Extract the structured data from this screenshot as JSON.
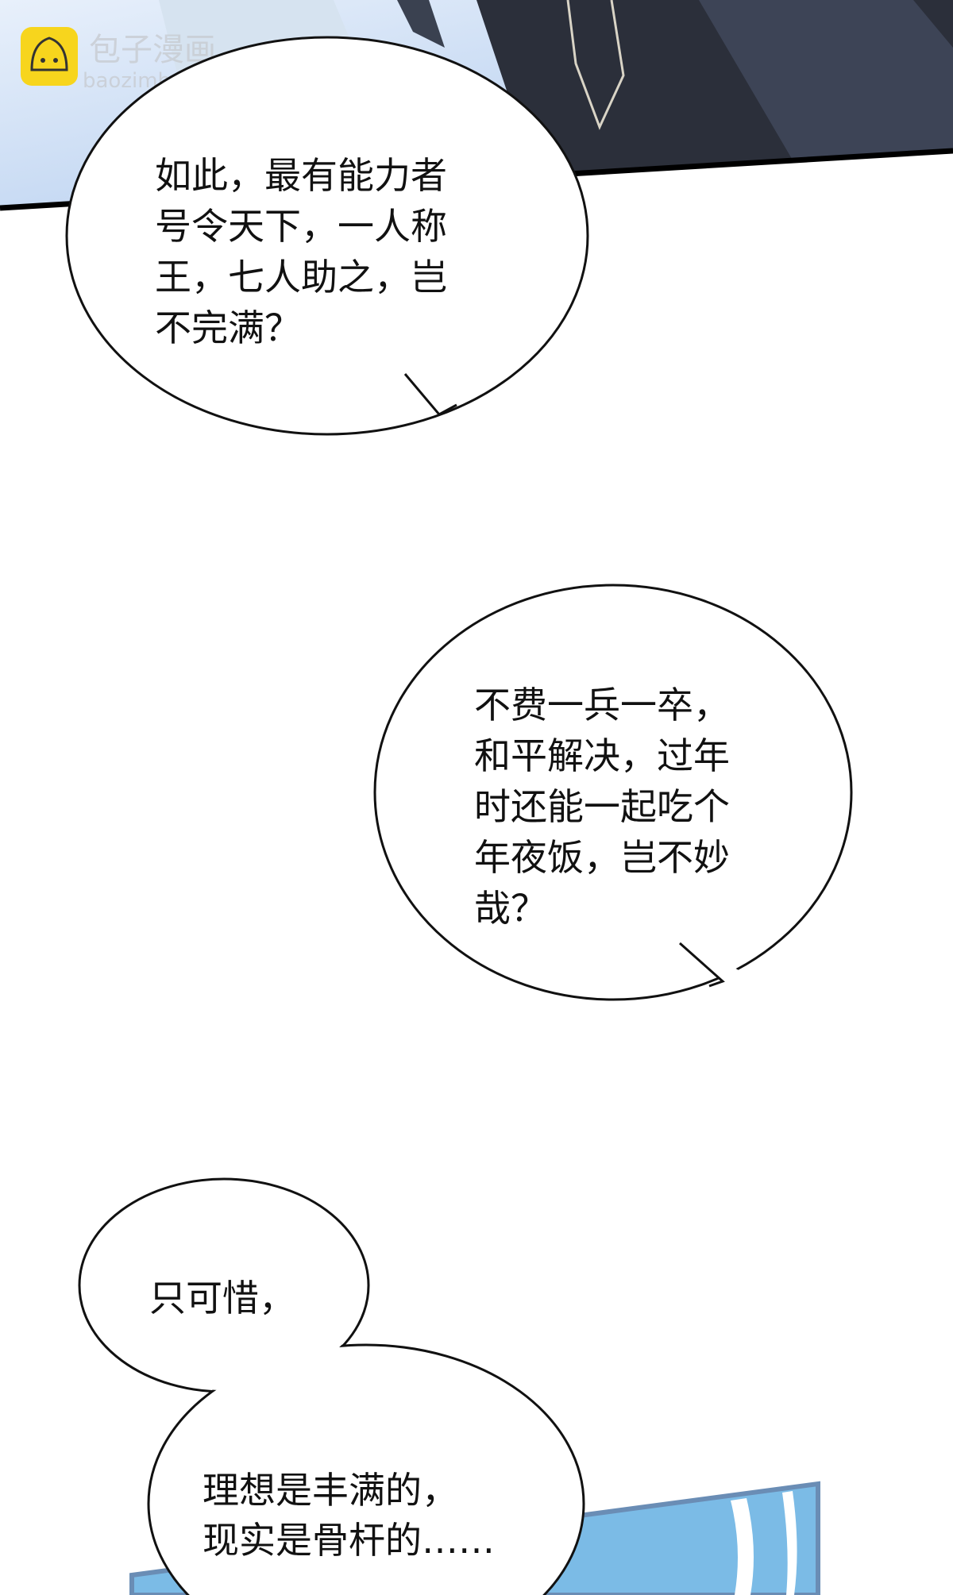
{
  "watermark": {
    "brand": "包子漫画",
    "site": "baozimh.com",
    "logo_color": "#f7d51d"
  },
  "bubbles": [
    {
      "lines": [
        "如此，最有能力者",
        "号令天下，一人称",
        "王，七人助之，岂",
        "不完满？"
      ]
    },
    {
      "lines": [
        "不费一兵一卒，",
        "和平解决，过年",
        "时还能一起吃个",
        "年夜饭，岂不妙",
        "哉？"
      ]
    },
    {
      "lines": [
        "只可惜，"
      ]
    },
    {
      "lines": [
        "理想是丰满的，",
        "现实是骨杆的……"
      ]
    }
  ],
  "colors": {
    "sky": "#c9dcf5",
    "robe": "#2b2f3a",
    "panel_blue": "#7bbbe6",
    "panel_border": "#6a8db5"
  }
}
